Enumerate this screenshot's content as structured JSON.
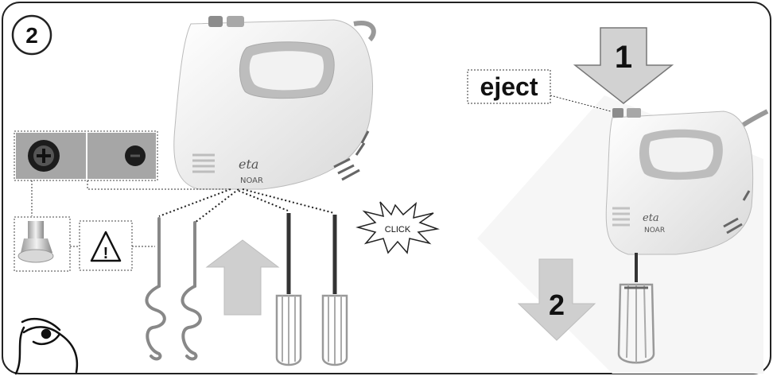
{
  "panel": {
    "step_number": "2",
    "brand_text": "eta",
    "model_text": "NOAR",
    "click_text": "CLICK",
    "warning_symbol": "!",
    "eject_label": "eject",
    "arrow_down_1": "1",
    "arrow_down_2": "2"
  },
  "icons": {
    "eye_icon": "eye-icon",
    "warning_icon": "warning-triangle-icon",
    "click_burst": "starburst-icon",
    "up_arrow": "up-arrow-icon",
    "down_arrow": "down-arrow-icon"
  },
  "colors": {
    "border": "#222222",
    "arrow_fill": "#cfcfcf",
    "body": "#f4f4f4",
    "grey_panel": "#a6a6a6"
  }
}
